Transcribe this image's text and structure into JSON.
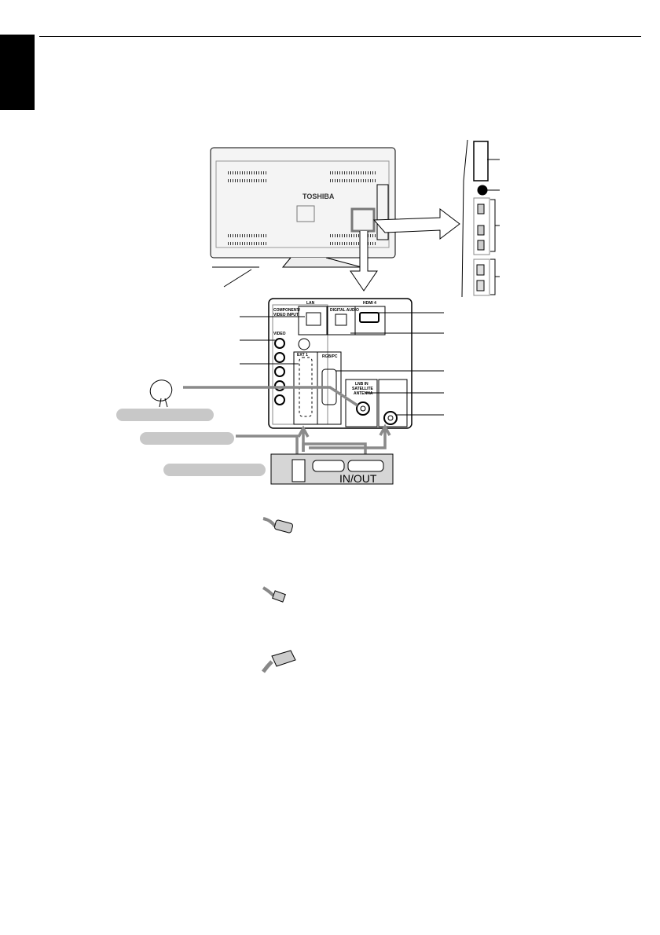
{
  "tv_back": {
    "brand": "TOSHIBA"
  },
  "back_panel": {
    "component_label": "COMPONENT/",
    "component_label2": "VIDEO INPUT",
    "video_label": "VIDEO",
    "lan_label": "LAN",
    "digital_audio_label": "DIGITAL AUDIO",
    "hdmi_label": "HDMI 4",
    "ext_label": "EXT 1",
    "rgbpc_label": "RGB/PC",
    "lnb_label": "LNB IN",
    "satellite_label": "SATELLITE",
    "antenna_label": "ANTENNA"
  },
  "set_top_box": {
    "scart_label": "IN/OUT"
  },
  "callout_labels": [
    "",
    "",
    ""
  ],
  "connector_icons": [
    "coaxial-plug-icon",
    "f-connector-plug-icon",
    "scart-plug-icon"
  ],
  "colors": {
    "cable": "#8a8a8a",
    "label_pill": "#c8c8c8"
  }
}
